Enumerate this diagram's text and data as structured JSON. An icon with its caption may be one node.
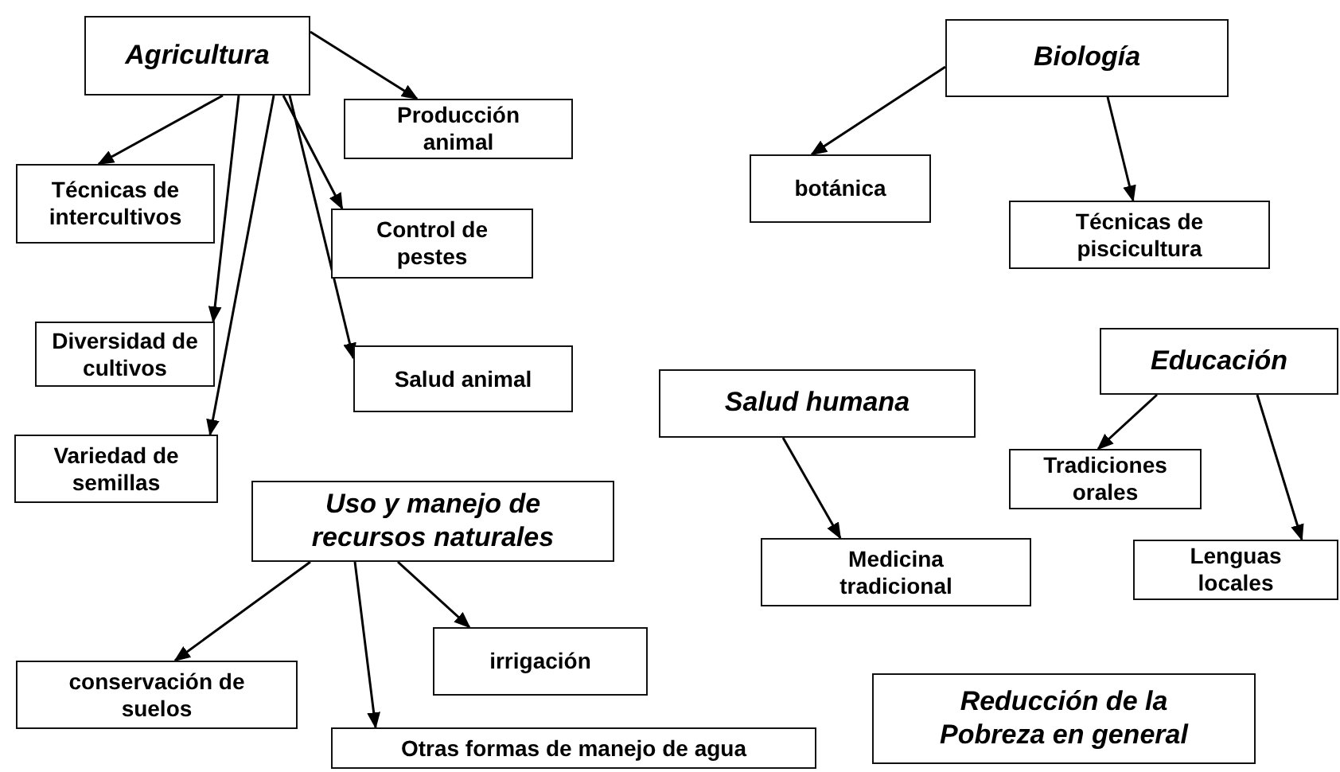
{
  "diagram": {
    "nodes": [
      {
        "text": [
          "Agricultura"
        ]
      },
      {
        "text": [
          "Producción animal"
        ]
      },
      {
        "text": [
          "Técnicas de intercultivos"
        ]
      },
      {
        "text": [
          "Control de pestes"
        ]
      },
      {
        "text": [
          "Diversidad de cultivos"
        ]
      },
      {
        "text": [
          "Salud animal"
        ]
      },
      {
        "text": [
          "Variedad de semillas"
        ]
      },
      {
        "text": [
          "Uso y manejo de recursos naturales"
        ]
      },
      {
        "text": [
          "conservación de suelos"
        ]
      },
      {
        "text": [
          "irrigación"
        ]
      },
      {
        "text": [
          "Otras formas de manejo de agua"
        ]
      },
      {
        "text": [
          "Biología"
        ]
      },
      {
        "text": [
          "botánica"
        ]
      },
      {
        "text": [
          "Técnicas de piscicultura"
        ]
      },
      {
        "text": [
          "Salud humana"
        ]
      },
      {
        "text": [
          "Educación"
        ]
      },
      {
        "text": [
          "Tradiciones orales"
        ]
      },
      {
        "text": [
          "Medicina tradicional"
        ]
      },
      {
        "text": [
          "Lenguas locales"
        ]
      },
      {
        "text": [
          "Reducción de la Pobreza en general"
        ]
      }
    ],
    "edges": [
      {
        "from": 0,
        "to": 1,
        "arrow": "to"
      },
      {
        "from": 0,
        "to": 2,
        "arrow": "to"
      },
      {
        "from": 0,
        "to": 4,
        "arrow": "to"
      },
      {
        "from": 0,
        "to": 6,
        "arrow": "to"
      },
      {
        "from": 0,
        "to": 3,
        "arrow": "to"
      },
      {
        "from": 0,
        "to": 5,
        "arrow": "to"
      },
      {
        "from": 7,
        "to": 8,
        "arrow": "to"
      },
      {
        "from": 7,
        "to": 10,
        "arrow": "to"
      },
      {
        "from": 7,
        "to": 9,
        "arrow": "to"
      },
      {
        "from": 11,
        "to": 12,
        "arrow": "to"
      },
      {
        "from": 11,
        "to": 13,
        "arrow": "to"
      },
      {
        "from": 14,
        "to": 17,
        "arrow": "to"
      },
      {
        "from": 15,
        "to": 16,
        "arrow": "to"
      },
      {
        "from": 15,
        "to": 18,
        "arrow": "to"
      }
    ]
  }
}
